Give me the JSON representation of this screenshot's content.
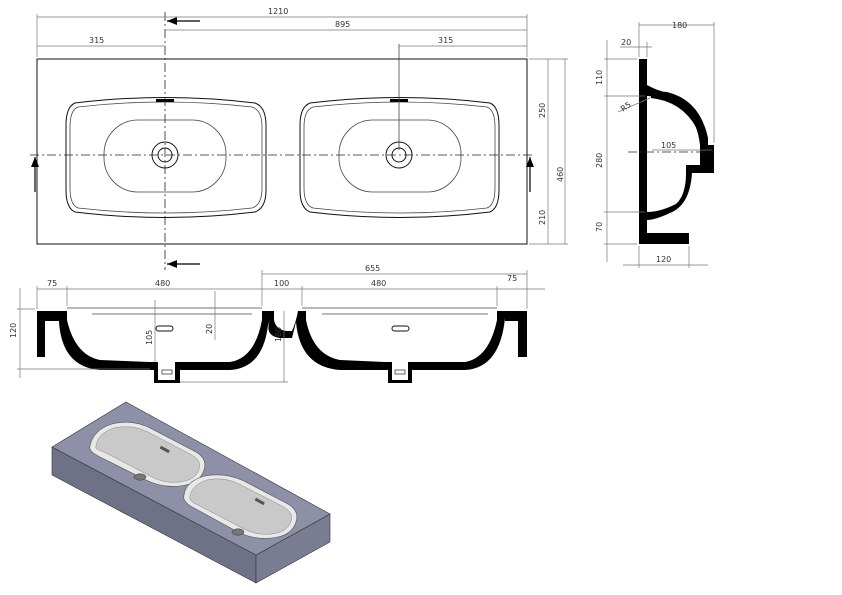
{
  "top_view": {
    "overall_width": "1210",
    "left_offset": "315",
    "center_spacing": "895",
    "right_offset": "315",
    "depth_back": "250",
    "depth_front": "210",
    "total_depth": "460"
  },
  "side_view": {
    "width": "180",
    "wall": "20",
    "top_height": "110",
    "radius": "R5",
    "bowl_depth": "280",
    "drain_offset": "105",
    "bottom": "70",
    "base_width": "120"
  },
  "front_section": {
    "edge_left": "75",
    "bowl_left": "480",
    "gap": "100",
    "right_span": "655",
    "bowl_right": "480",
    "edge_right": "75",
    "height": "120",
    "overflow_height": "105",
    "overflow_size": "20",
    "bowl_height": "180"
  },
  "colors": {
    "line": "#111111",
    "dimension": "#777777",
    "iso_top": "#8d90a6",
    "iso_side": "#7a7d92",
    "iso_front": "#6f7286",
    "basin": "#c9c9c9"
  }
}
